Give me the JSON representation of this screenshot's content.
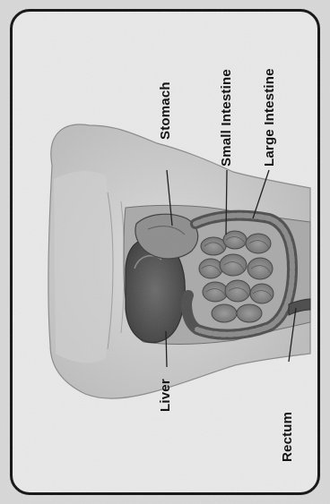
{
  "figure": {
    "labels": {
      "stomach": "Stomach",
      "small_intestine": "Small Intestine",
      "large_intestine": "Large Intestine",
      "liver": "Liver",
      "rectum": "Rectum"
    }
  }
}
